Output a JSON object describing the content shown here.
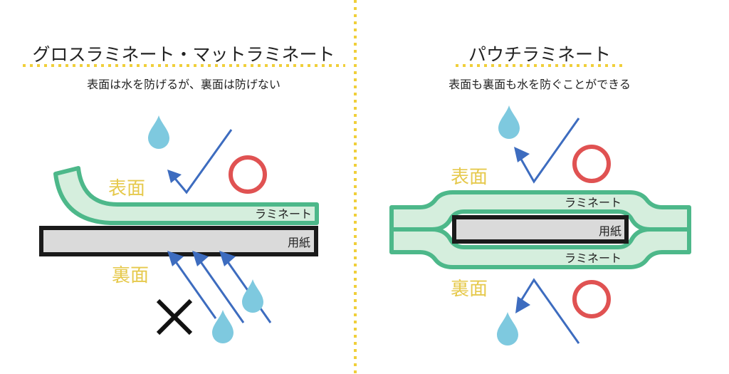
{
  "left": {
    "title": "グロスラミネート・マットラミネート",
    "subtitle": "表面は水を防げるが、裏面は防げない",
    "front_label": "表面",
    "back_label": "裏面",
    "laminate_label": "ラミネート",
    "paper_label": "用紙",
    "front_result": "ok",
    "back_result": "ng"
  },
  "right": {
    "title": "パウチラミネート",
    "subtitle": "表面も裏面も水を防ぐことができる",
    "front_label": "表面",
    "back_label": "裏面",
    "laminate_top_label": "ラミネート",
    "laminate_bottom_label": "ラミネート",
    "paper_label": "用紙",
    "front_result": "ok",
    "back_result": "ok"
  },
  "colors": {
    "laminate": "#4db88a",
    "face_label": "#e6c94c",
    "arrow": "#3d6cbf",
    "water": "#7ec9df",
    "ok": "#e05252",
    "divider": "#f0cf3a"
  }
}
